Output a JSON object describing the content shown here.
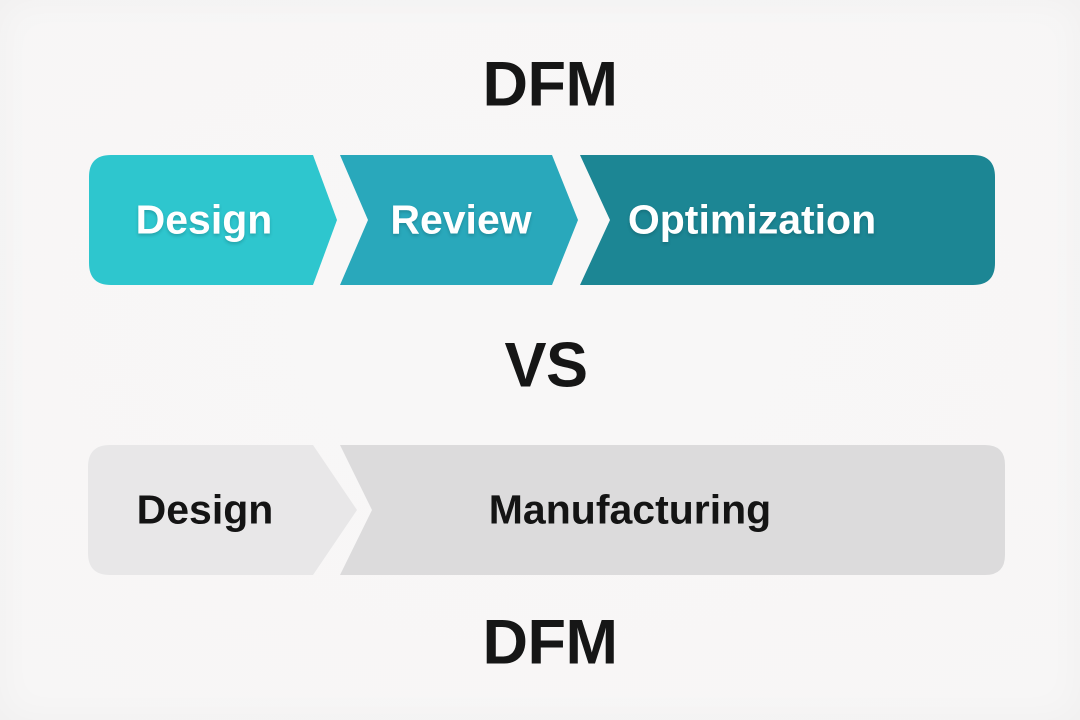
{
  "titles": {
    "top": "DFM",
    "vs": "VS",
    "bottom": "DFM"
  },
  "flows": {
    "dfm": {
      "title": "DFM",
      "steps": [
        {
          "label": "Design",
          "color": "#2EC6CE"
        },
        {
          "label": "Review",
          "color": "#29A8BB"
        },
        {
          "label": "Optimization",
          "color": "#1C8694"
        }
      ]
    },
    "traditional": {
      "title": "DFM",
      "steps": [
        {
          "label": "Design",
          "color": "#E8E7E8"
        },
        {
          "label": "Manufacturing",
          "color": "#DCDBDC"
        }
      ]
    }
  },
  "colors": {
    "background": "#F7F6F6",
    "title_text": "#161616",
    "label_on_teal": "#FFFFFF",
    "label_on_gray": "#141414"
  }
}
